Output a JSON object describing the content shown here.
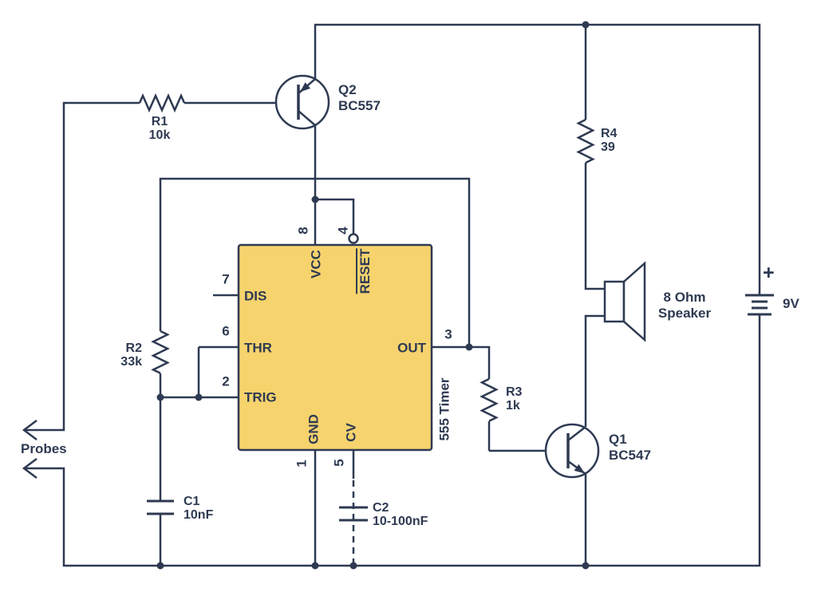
{
  "labels": {
    "probes": "Probes"
  },
  "components": {
    "r1": {
      "ref": "R1",
      "value": "10k"
    },
    "r2": {
      "ref": "R2",
      "value": "33k"
    },
    "r3": {
      "ref": "R3",
      "value": "1k"
    },
    "r4": {
      "ref": "R4",
      "value": "39"
    },
    "c1": {
      "ref": "C1",
      "value": "10nF"
    },
    "c2": {
      "ref": "C2",
      "value": "10-100nF"
    },
    "q1": {
      "ref": "Q1",
      "value": "BC547"
    },
    "q2": {
      "ref": "Q2",
      "value": "BC557"
    },
    "speaker": {
      "line1": "8 Ohm",
      "line2": "Speaker"
    },
    "battery": {
      "polarity": "+",
      "value": "9V"
    }
  },
  "ic555": {
    "title": "555 Timer",
    "pins": {
      "dis": {
        "num": "7",
        "name": "DIS"
      },
      "thr": {
        "num": "6",
        "name": "THR"
      },
      "trig": {
        "num": "2",
        "name": "TRIG"
      },
      "out": {
        "num": "3",
        "name": "OUT"
      },
      "vcc": {
        "num": "8",
        "name": "VCC"
      },
      "reset": {
        "num": "4",
        "name": "RESET"
      },
      "gnd": {
        "num": "1",
        "name": "GND"
      },
      "cv": {
        "num": "5",
        "name": "CV"
      }
    }
  },
  "colors": {
    "wire": "#2e3a52",
    "ic_fill": "#f6d36d",
    "background": "#ffffff"
  }
}
